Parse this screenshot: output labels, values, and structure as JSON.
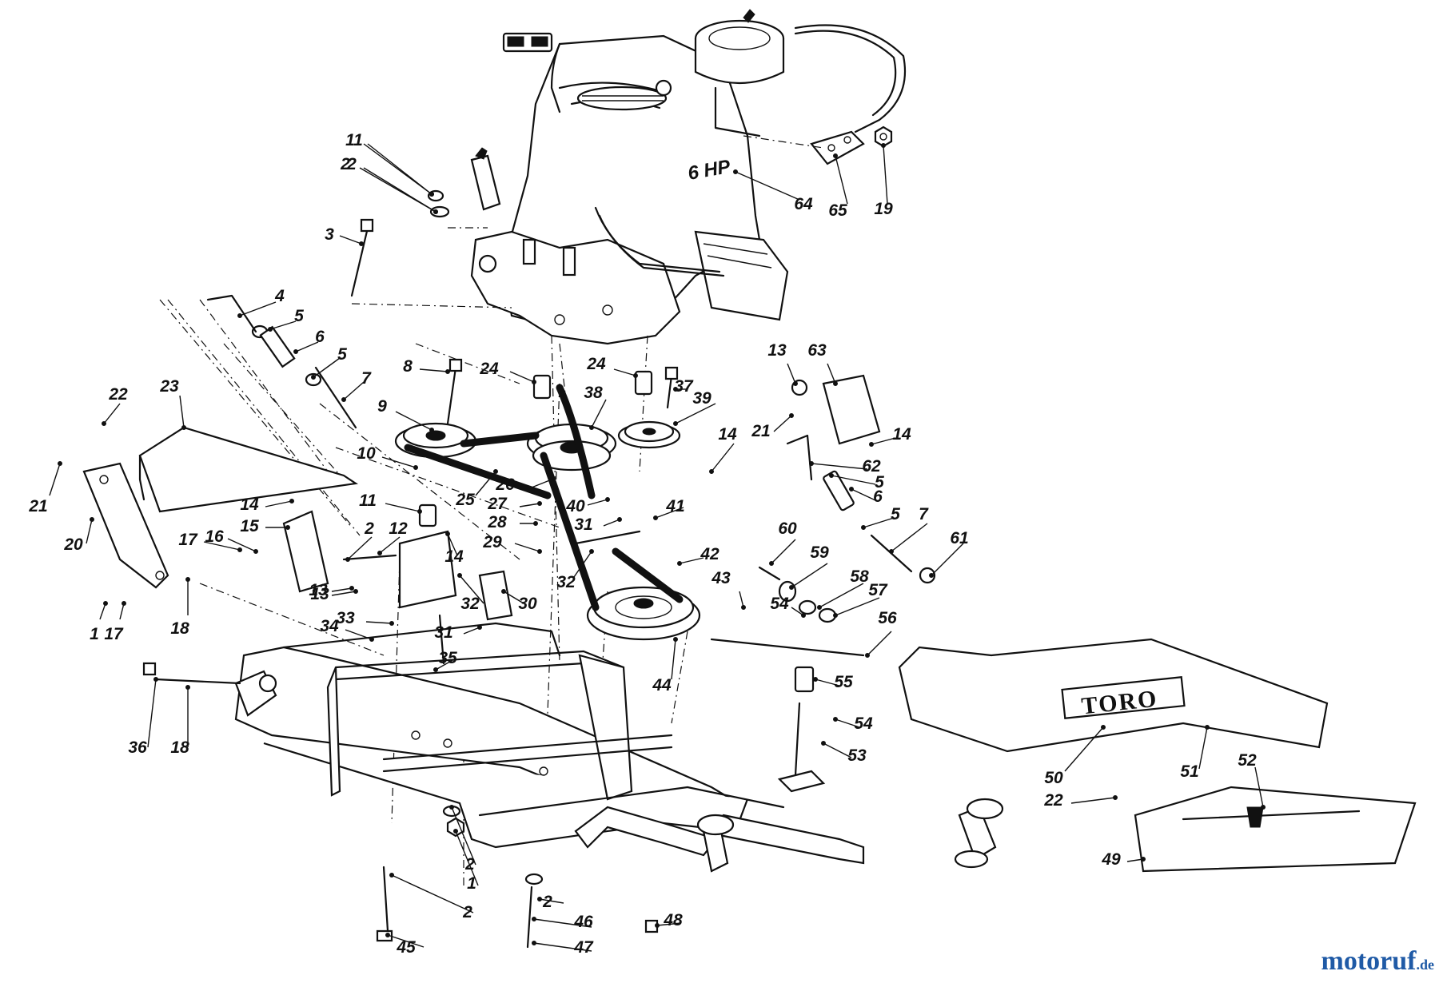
{
  "engine_badge": "6 HP",
  "brand_plate": "TORO",
  "watermark": {
    "main": "motoruf",
    "suffix": ".de",
    "color": "#1f5aa6"
  },
  "labels": [
    {
      "id": "l1a",
      "text": "1"
    },
    {
      "id": "l2a",
      "text": "2"
    },
    {
      "id": "l3",
      "text": "3"
    },
    {
      "id": "l4a",
      "text": "4"
    },
    {
      "id": "l5a",
      "text": "5"
    },
    {
      "id": "l6a",
      "text": "6"
    },
    {
      "id": "l5b",
      "text": "5"
    },
    {
      "id": "l7a",
      "text": "7"
    },
    {
      "id": "l8",
      "text": "8"
    },
    {
      "id": "l9",
      "text": "9"
    },
    {
      "id": "l10",
      "text": "10"
    },
    {
      "id": "l11",
      "text": "11"
    },
    {
      "id": "l12",
      "text": "12"
    },
    {
      "id": "l13a",
      "text": "13"
    },
    {
      "id": "l14a",
      "text": "14"
    },
    {
      "id": "l15",
      "text": "15"
    },
    {
      "id": "l16",
      "text": "16"
    },
    {
      "id": "l17a",
      "text": "17"
    },
    {
      "id": "l18a",
      "text": "18"
    },
    {
      "id": "l20",
      "text": "20"
    },
    {
      "id": "l21a",
      "text": "21"
    },
    {
      "id": "l22a",
      "text": "22"
    },
    {
      "id": "l23",
      "text": "23"
    },
    {
      "id": "l24a",
      "text": "24"
    },
    {
      "id": "l24b",
      "text": "24"
    },
    {
      "id": "l25",
      "text": "25"
    },
    {
      "id": "l26",
      "text": "26"
    },
    {
      "id": "l27",
      "text": "27"
    },
    {
      "id": "l28",
      "text": "28"
    },
    {
      "id": "l29",
      "text": "29"
    },
    {
      "id": "l30",
      "text": "30"
    },
    {
      "id": "l31a",
      "text": "31"
    },
    {
      "id": "l31b",
      "text": "31"
    },
    {
      "id": "l32a",
      "text": "32"
    },
    {
      "id": "l32b",
      "text": "32"
    },
    {
      "id": "l33",
      "text": "33"
    },
    {
      "id": "l34",
      "text": "34"
    },
    {
      "id": "l35",
      "text": "35"
    },
    {
      "id": "l36",
      "text": "36"
    },
    {
      "id": "l18b",
      "text": "18"
    },
    {
      "id": "l1b",
      "text": "1"
    },
    {
      "id": "l17b",
      "text": "17"
    },
    {
      "id": "l14b",
      "text": "14"
    },
    {
      "id": "l2b",
      "text": "2"
    },
    {
      "id": "l13b",
      "text": "13"
    },
    {
      "id": "l37",
      "text": "37"
    },
    {
      "id": "l38",
      "text": "38"
    },
    {
      "id": "l39",
      "text": "39"
    },
    {
      "id": "l14c",
      "text": "14"
    },
    {
      "id": "l40",
      "text": "40"
    },
    {
      "id": "l41",
      "text": "41"
    },
    {
      "id": "l42",
      "text": "42"
    },
    {
      "id": "l43",
      "text": "43"
    },
    {
      "id": "l44",
      "text": "44"
    },
    {
      "id": "l45",
      "text": "45"
    },
    {
      "id": "l2c",
      "text": "2"
    },
    {
      "id": "l1c",
      "text": "1"
    },
    {
      "id": "l2d",
      "text": "2"
    },
    {
      "id": "l2e",
      "text": "2"
    },
    {
      "id": "l46",
      "text": "46"
    },
    {
      "id": "l47",
      "text": "47"
    },
    {
      "id": "l48",
      "text": "48"
    },
    {
      "id": "l49",
      "text": "49"
    },
    {
      "id": "l22b",
      "text": "22"
    },
    {
      "id": "l50",
      "text": "50"
    },
    {
      "id": "l51",
      "text": "51"
    },
    {
      "id": "l52",
      "text": "52"
    },
    {
      "id": "l53",
      "text": "53"
    },
    {
      "id": "l54a",
      "text": "54"
    },
    {
      "id": "l55",
      "text": "55"
    },
    {
      "id": "l54b",
      "text": "54"
    },
    {
      "id": "l56",
      "text": "56"
    },
    {
      "id": "l57",
      "text": "57"
    },
    {
      "id": "l58",
      "text": "58"
    },
    {
      "id": "l59",
      "text": "59"
    },
    {
      "id": "l60",
      "text": "60"
    },
    {
      "id": "l61",
      "text": "61"
    },
    {
      "id": "l7b",
      "text": "7"
    },
    {
      "id": "l5c",
      "text": "5"
    },
    {
      "id": "l6b",
      "text": "6"
    },
    {
      "id": "l5d",
      "text": "5"
    },
    {
      "id": "l62",
      "text": "62"
    },
    {
      "id": "l14d",
      "text": "14"
    },
    {
      "id": "l21b",
      "text": "21"
    },
    {
      "id": "l13c",
      "text": "13"
    },
    {
      "id": "l63",
      "text": "63"
    },
    {
      "id": "l64",
      "text": "64"
    },
    {
      "id": "l65",
      "text": "65"
    },
    {
      "id": "l19",
      "text": "19"
    },
    {
      "id": "l1d",
      "text": "1"
    },
    {
      "id": "l2f",
      "text": "2"
    }
  ]
}
